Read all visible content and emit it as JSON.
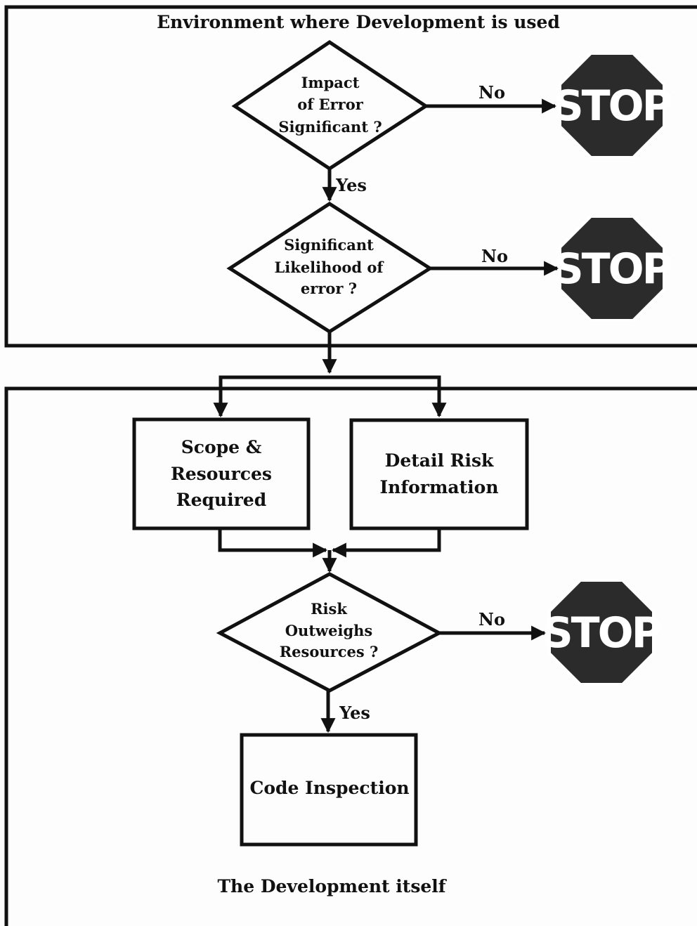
{
  "sections": {
    "environment_title": "Environment where Development is used",
    "development_title": "The Development itself"
  },
  "decisions": {
    "impact": [
      "Impact",
      "of Error",
      "Significant ?"
    ],
    "likelihood": [
      "Significant",
      "Likelihood of",
      "error ?"
    ],
    "risk": [
      "Risk",
      "Outweighs",
      "Resources ?"
    ]
  },
  "boxes": {
    "scope": [
      "Scope &",
      "Resources",
      "Required"
    ],
    "detail": [
      "Detail Risk",
      "Information"
    ],
    "inspection": [
      "Code Inspection"
    ]
  },
  "labels": {
    "no": "No",
    "yes": "Yes"
  },
  "stop_sign": {
    "text": "STOP",
    "color": "#2b2b2b"
  }
}
